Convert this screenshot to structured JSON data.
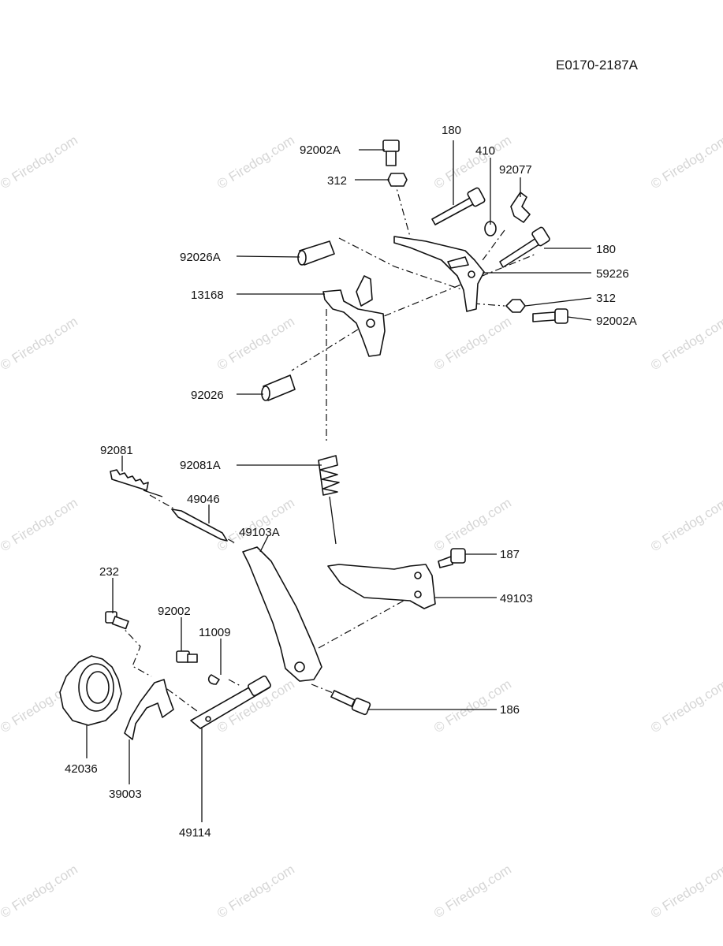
{
  "diagram_code": "E0170-2187A",
  "watermark": "© Firedog.com",
  "labels": {
    "p92002A_top": "92002A",
    "p180_top": "180",
    "p410": "410",
    "p92077": "92077",
    "p312_top": "312",
    "p92026A": "92026A",
    "p180_right": "180",
    "p59226": "59226",
    "p13168": "13168",
    "p312_right": "312",
    "p92002A_right": "92002A",
    "p92026": "92026",
    "p92081": "92081",
    "p92081A": "92081A",
    "p49046": "49046",
    "p49103A": "49103A",
    "p187": "187",
    "p49103": "49103",
    "p232": "232",
    "p92002": "92002",
    "p11009": "11009",
    "p186": "186",
    "p42036": "42036",
    "p39003": "39003",
    "p49114": "49114"
  }
}
